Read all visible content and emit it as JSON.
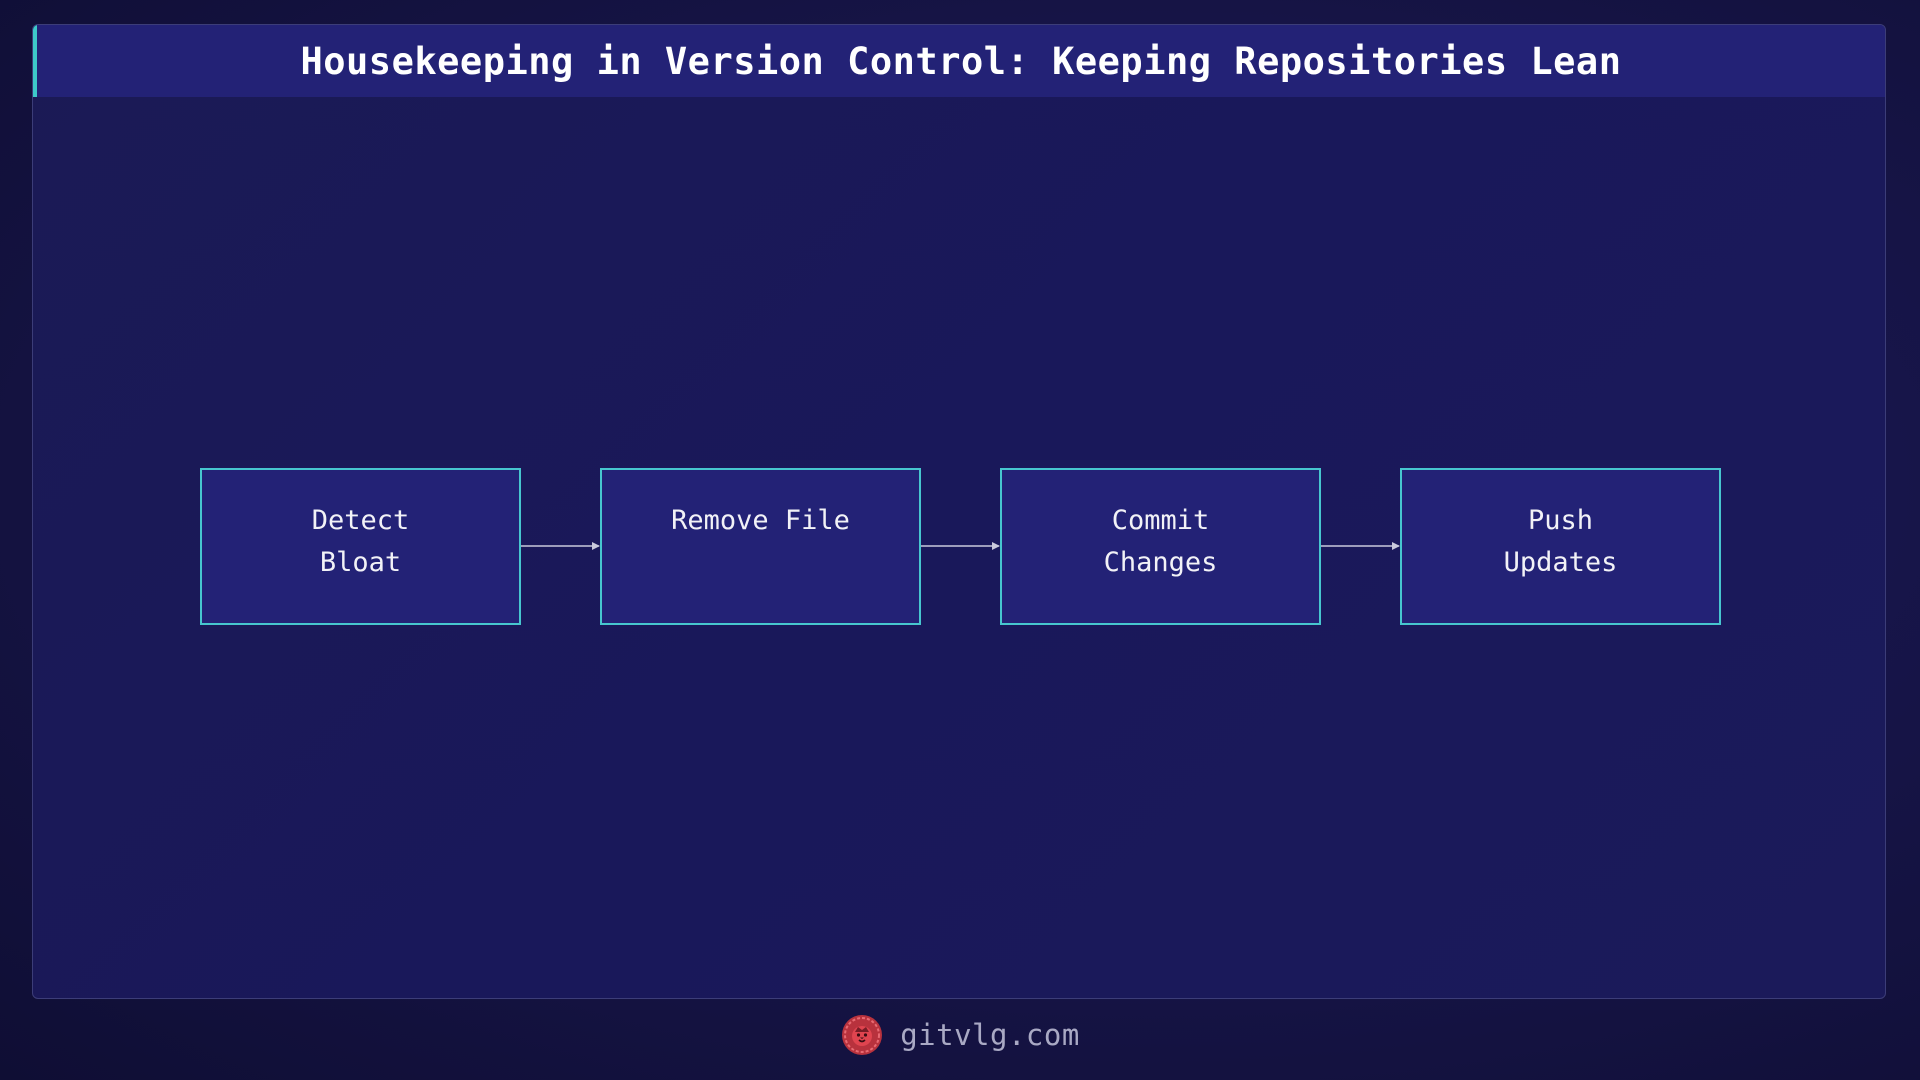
{
  "title": "Housekeeping in Version Control: Keeping Repositories Lean",
  "steps": [
    {
      "label": "Detect Bloat"
    },
    {
      "label": "Remove File"
    },
    {
      "label": "Commit Changes"
    },
    {
      "label": "Push Updates"
    }
  ],
  "footer": {
    "logo_icon": "lion-head-icon",
    "site": "gitvlg.com"
  },
  "colors": {
    "background": "#161446",
    "title_bar": "#232276",
    "accent": "#3dc9c9",
    "node_border": "#47c6cf",
    "node_fill": "#232276",
    "connector": "#c9c9dc",
    "logo": "#e0444f"
  }
}
